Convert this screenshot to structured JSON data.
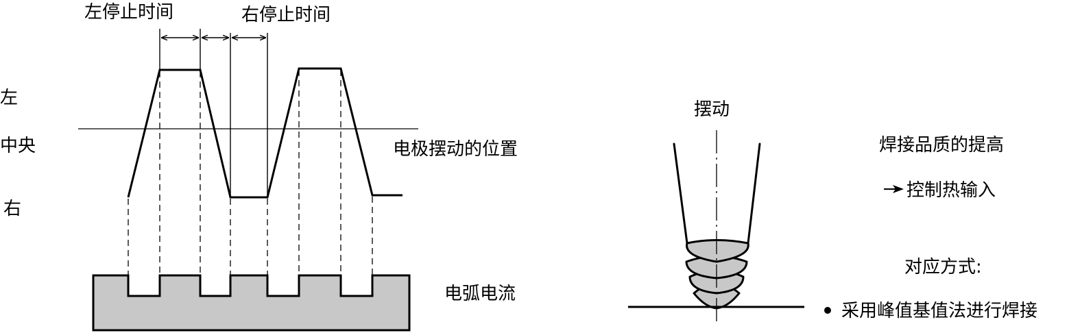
{
  "labels": {
    "left_dwell": "左停止时间",
    "right_dwell": "右停止时间",
    "pos_left": "左",
    "pos_center": "中央",
    "pos_right": "右",
    "electrode_position": "电极摆动的位置",
    "arc_current": "电弧电流",
    "swing": "摆动",
    "quality_title": "焊接品质的提高",
    "heat_input": "控制热输入",
    "method_title": "对应方式:",
    "method_item": "采用峰值基值法进行焊接"
  },
  "colors": {
    "line": "#000000",
    "fill_gray": "#c8c8c8",
    "background": "#ffffff"
  },
  "icons": {
    "heat_input_marker": "arrow-right-icon",
    "method_marker": "bullet-icon"
  }
}
